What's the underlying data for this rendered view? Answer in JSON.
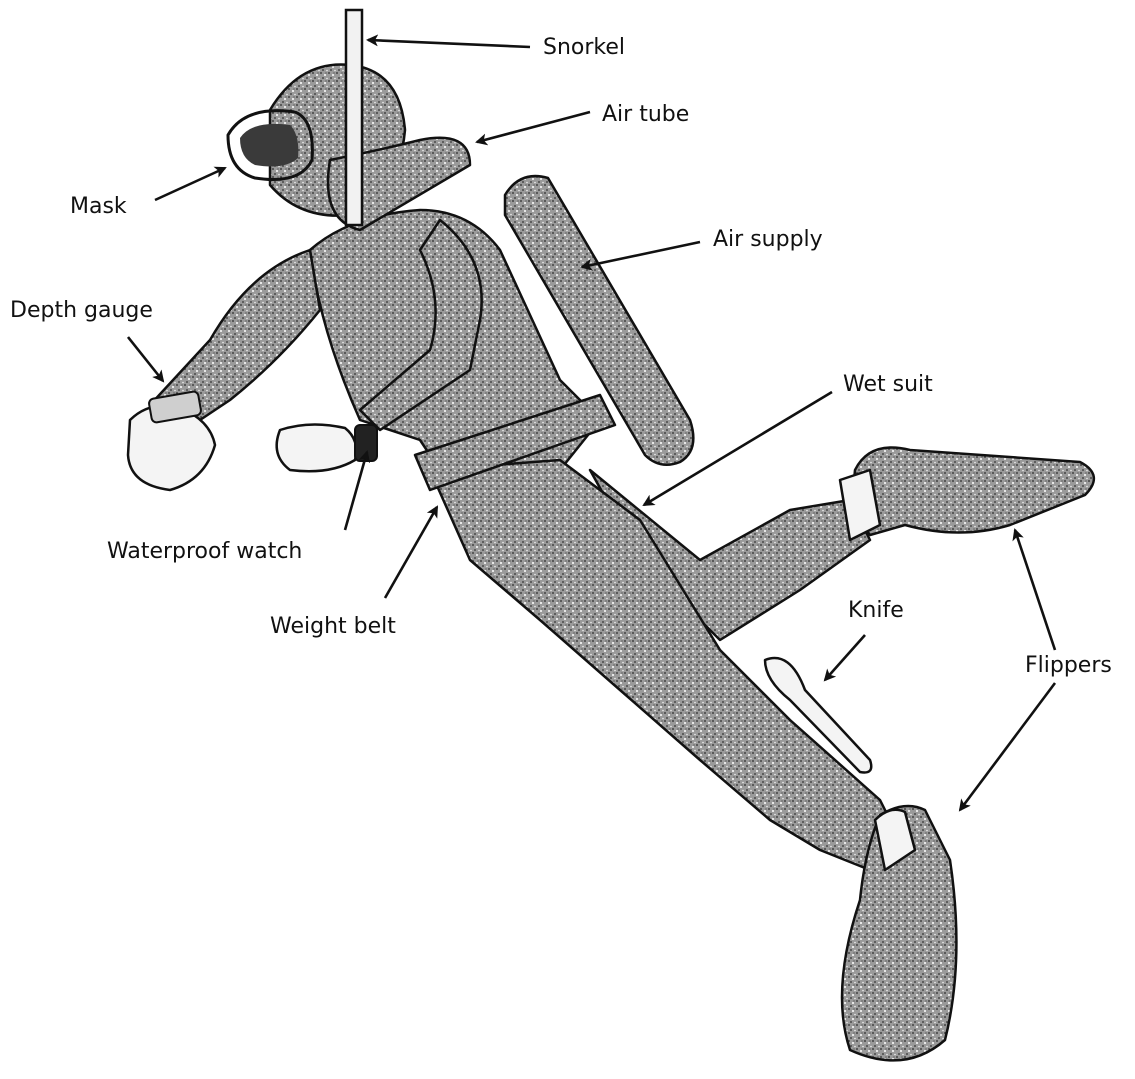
{
  "labels": {
    "snorkel": "Snorkel",
    "air_tube": "Air tube",
    "mask": "Mask",
    "air_supply": "Air supply",
    "depth_gauge": "Depth gauge",
    "wet_suit": "Wet suit",
    "waterproof_watch": "Waterproof watch",
    "weight_belt": "Weight belt",
    "knife": "Knife",
    "flippers": "Flippers"
  },
  "colors": {
    "ink": "#111111",
    "background": "#ffffff",
    "stipple": "#555555"
  }
}
